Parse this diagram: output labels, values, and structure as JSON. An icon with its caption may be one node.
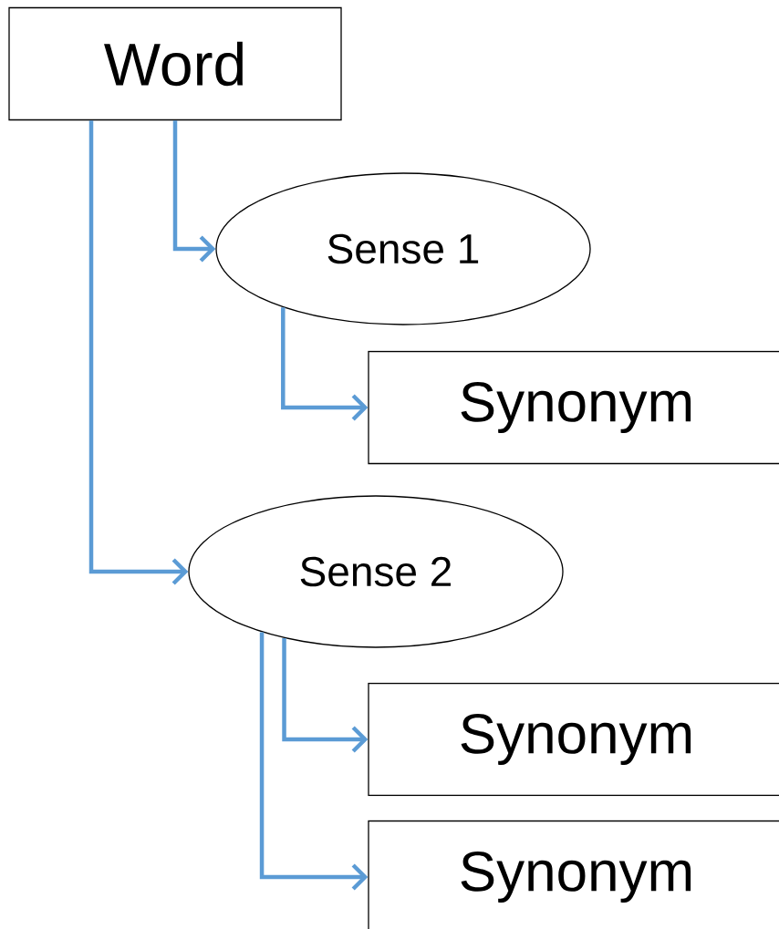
{
  "diagram": {
    "nodes": [
      {
        "text": [
          "Word"
        ]
      },
      {
        "text": [
          "Sense 1"
        ]
      },
      {
        "text": [
          "Synonym"
        ]
      },
      {
        "text": [
          "Sense 2"
        ]
      },
      {
        "text": [
          "Synonym"
        ]
      },
      {
        "text": [
          "Synonym"
        ]
      }
    ],
    "edges": [
      {
        "from": 0,
        "to": 1,
        "arrow": "to"
      },
      {
        "from": 0,
        "to": 3,
        "arrow": "to"
      },
      {
        "from": 1,
        "to": 2,
        "arrow": "to"
      },
      {
        "from": 3,
        "to": 4,
        "arrow": "to"
      },
      {
        "from": 3,
        "to": 5,
        "arrow": "to"
      }
    ]
  }
}
